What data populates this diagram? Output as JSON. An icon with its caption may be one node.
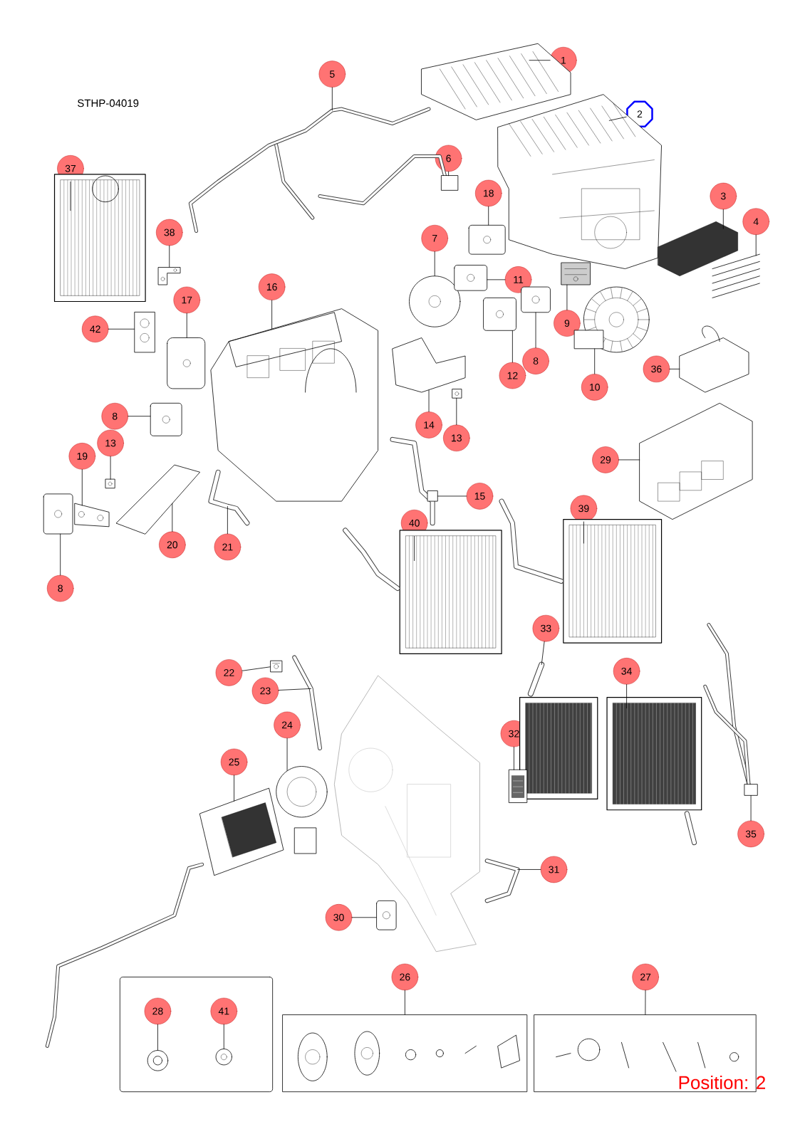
{
  "diagram": {
    "nodes": [
      {
        "text": [
          "1"
        ]
      },
      {
        "text": [
          "5"
        ]
      },
      {
        "text": [
          "2"
        ]
      },
      {
        "text": [
          "6"
        ]
      },
      {
        "text": [
          "37"
        ]
      },
      {
        "text": [
          "18"
        ]
      },
      {
        "text": [
          "3"
        ]
      },
      {
        "text": [
          "4"
        ]
      },
      {
        "text": [
          "38"
        ]
      },
      {
        "text": [
          "7"
        ]
      },
      {
        "text": [
          "11"
        ]
      },
      {
        "text": [
          "16"
        ]
      },
      {
        "text": [
          "17"
        ]
      },
      {
        "text": [
          "9"
        ]
      },
      {
        "text": [
          "42"
        ]
      },
      {
        "text": [
          "8"
        ]
      },
      {
        "text": [
          "36"
        ]
      },
      {
        "text": [
          "12"
        ]
      },
      {
        "text": [
          "10"
        ]
      },
      {
        "text": [
          "8"
        ]
      },
      {
        "text": [
          "14"
        ]
      },
      {
        "text": [
          "13"
        ]
      },
      {
        "text": [
          "13"
        ]
      },
      {
        "text": [
          "19"
        ]
      },
      {
        "text": [
          "29"
        ]
      },
      {
        "text": [
          "15"
        ]
      },
      {
        "text": [
          "39"
        ]
      },
      {
        "text": [
          "40"
        ]
      },
      {
        "text": [
          "20"
        ]
      },
      {
        "text": [
          "21"
        ]
      },
      {
        "text": [
          "8"
        ]
      },
      {
        "text": [
          "33"
        ]
      },
      {
        "text": [
          "34"
        ]
      },
      {
        "text": [
          "22"
        ]
      },
      {
        "text": [
          "23"
        ]
      },
      {
        "text": [
          "24"
        ]
      },
      {
        "text": [
          "32"
        ]
      },
      {
        "text": [
          "25"
        ]
      },
      {
        "text": [
          "35"
        ]
      },
      {
        "text": [
          "31"
        ]
      },
      {
        "text": [
          "30"
        ]
      },
      {
        "text": [],
        "shape": "box"
      },
      {
        "text": [
          "28"
        ],
        "in": 41
      },
      {
        "text": [
          "41"
        ],
        "in": 41
      },
      {
        "text": [
          "26"
        ]
      },
      {
        "text": [],
        "shape": "box"
      },
      {
        "text": [
          "27"
        ]
      },
      {
        "text": [],
        "shape": "box"
      },
      {
        "text": [],
        "shape": "picture"
      },
      {
        "text": [],
        "shape": "picture"
      },
      {
        "text": [],
        "shape": "picture"
      },
      {
        "text": [],
        "shape": "picture"
      },
      {
        "text": [],
        "shape": "picture"
      },
      {
        "text": [],
        "shape": "picture"
      },
      {
        "text": [],
        "shape": "picture"
      },
      {
        "text": [],
        "shape": "picture"
      },
      {
        "text": [],
        "shape": "picture"
      },
      {
        "text": [],
        "shape": "picture"
      },
      {
        "text": [],
        "shape": "picture"
      },
      {
        "text": [],
        "shape": "picture"
      },
      {
        "text": [],
        "shape": "picture"
      },
      {
        "text": [],
        "shape": "picture"
      },
      {
        "text": [],
        "shape": "picture"
      },
      {
        "text": [],
        "shape": "picture"
      },
      {
        "text": [],
        "shape": "picture"
      },
      {
        "text": [],
        "shape": "picture"
      },
      {
        "text": [],
        "shape": "picture"
      },
      {
        "text": [],
        "shape": "picture"
      },
      {
        "text": [],
        "shape": "picture"
      },
      {
        "text": [],
        "shape": "picture"
      },
      {
        "text": [],
        "shape": "picture"
      },
      {
        "text": [],
        "shape": "picture"
      },
      {
        "text": [],
        "shape": "picture"
      },
      {
        "text": [],
        "shape": "picture"
      },
      {
        "text": [],
        "shape": "picture"
      },
      {
        "text": [],
        "shape": "picture"
      },
      {
        "text": [],
        "shape": "picture"
      },
      {
        "text": [],
        "shape": "picture"
      },
      {
        "text": [],
        "shape": "picture"
      },
      {
        "text": [],
        "shape": "picture"
      },
      {
        "text": [],
        "shape": "picture"
      },
      {
        "text": [],
        "shape": "picture"
      },
      {
        "text": [],
        "shape": "picture"
      },
      {
        "text": [],
        "shape": "picture"
      },
      {
        "text": [],
        "shape": "picture"
      },
      {
        "text": [],
        "shape": "picture"
      },
      {
        "text": [],
        "shape": "picture"
      },
      {
        "text": [],
        "shape": "picture"
      },
      {
        "text": [],
        "shape": "picture"
      },
      {
        "text": [],
        "shape": "picture",
        "in": 41
      },
      {
        "text": [],
        "shape": "picture",
        "in": 41
      }
    ],
    "edges": [
      {
        "from": 0,
        "to": 48,
        "arrow": "none"
      },
      {
        "from": 1,
        "to": 49,
        "arrow": "none"
      },
      {
        "from": 2,
        "to": 50,
        "arrow": "none"
      },
      {
        "from": 3,
        "to": 51,
        "arrow": "none"
      },
      {
        "from": 4,
        "to": 53,
        "arrow": "none"
      },
      {
        "from": 5,
        "to": 54,
        "arrow": "none"
      },
      {
        "from": 6,
        "to": 55,
        "arrow": "none"
      },
      {
        "from": 7,
        "to": 56,
        "arrow": "none"
      },
      {
        "from": 8,
        "to": 52,
        "arrow": "none"
      },
      {
        "from": 9,
        "to": 57,
        "arrow": "none"
      },
      {
        "from": 10,
        "to": 58,
        "arrow": "none"
      },
      {
        "from": 11,
        "to": 61,
        "arrow": "none"
      },
      {
        "from": 12,
        "to": 64,
        "arrow": "none"
      },
      {
        "from": 13,
        "to": 59,
        "arrow": "none"
      },
      {
        "from": 14,
        "to": 62,
        "arrow": "none"
      },
      {
        "from": 15,
        "to": 60,
        "arrow": "none"
      },
      {
        "from": 16,
        "to": 66,
        "arrow": "none"
      },
      {
        "from": 17,
        "to": 63,
        "arrow": "none"
      },
      {
        "from": 18,
        "to": 65,
        "arrow": "none"
      },
      {
        "from": 19,
        "to": 69,
        "arrow": "none"
      },
      {
        "from": 20,
        "to": 67,
        "arrow": "none"
      },
      {
        "from": 21,
        "to": 68,
        "arrow": "none"
      },
      {
        "from": 22,
        "to": 71,
        "arrow": "none"
      },
      {
        "from": 23,
        "to": 72,
        "arrow": "none"
      },
      {
        "from": 24,
        "to": 70,
        "arrow": "none"
      },
      {
        "from": 25,
        "to": 73,
        "arrow": "none"
      },
      {
        "from": 26,
        "to": 76,
        "arrow": "none"
      },
      {
        "from": 27,
        "to": 78,
        "arrow": "none"
      },
      {
        "from": 28,
        "to": 74,
        "arrow": "none"
      },
      {
        "from": 29,
        "to": 75,
        "arrow": "none"
      },
      {
        "from": 30,
        "to": 77,
        "arrow": "none"
      },
      {
        "from": 31,
        "to": 79,
        "arrow": "none"
      },
      {
        "from": 32,
        "to": 82,
        "arrow": "none"
      },
      {
        "from": 33,
        "to": 80,
        "arrow": "none"
      },
      {
        "from": 34,
        "to": 81,
        "arrow": "none"
      },
      {
        "from": 35,
        "to": 83,
        "arrow": "none"
      },
      {
        "from": 36,
        "to": 84,
        "arrow": "none"
      },
      {
        "from": 37,
        "to": 85,
        "arrow": "none"
      },
      {
        "from": 38,
        "to": 86,
        "arrow": "none"
      },
      {
        "from": 39,
        "to": 87,
        "arrow": "none"
      },
      {
        "from": 40,
        "to": 88,
        "arrow": "none"
      },
      {
        "from": 42,
        "to": 89,
        "arrow": "none"
      },
      {
        "from": 43,
        "to": 90,
        "arrow": "none"
      },
      {
        "from": 44,
        "to": 45,
        "arrow": "none"
      },
      {
        "from": 46,
        "to": 47,
        "arrow": "none"
      }
    ],
    "labels": [
      "STHP-04019",
      "Position: 2"
    ]
  }
}
